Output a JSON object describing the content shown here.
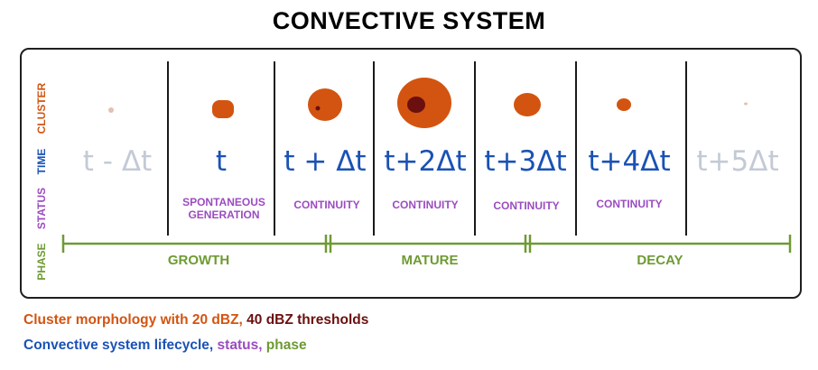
{
  "title": "CONVECTIVE SYSTEM",
  "row_labels": {
    "cluster": "CLUSTER",
    "time": "TIME",
    "status": "STATUS",
    "phase": "PHASE"
  },
  "time_steps": [
    {
      "label": "t - Δt",
      "color": "#c3cad6",
      "status": ""
    },
    {
      "label": "t",
      "color": "#1a52b5",
      "status_line1": "SPONTANEOUS",
      "status_line2": "GENERATION"
    },
    {
      "label": "t + Δt",
      "color": "#1a52b5",
      "status": "CONTINUITY"
    },
    {
      "label": "t+2Δt",
      "color": "#1a52b5",
      "status": "CONTINUITY"
    },
    {
      "label": "t+3Δt",
      "color": "#1a52b5",
      "status": "CONTINUITY"
    },
    {
      "label": "t+4Δt",
      "color": "#1a52b5",
      "status": "CONTINUITY"
    },
    {
      "label": "t+5Δt",
      "color": "#c3cad6",
      "status": ""
    }
  ],
  "phases": {
    "growth": "GROWTH",
    "mature": "MATURE",
    "decay": "DECAY"
  },
  "footer": {
    "line1_part1": "Cluster morphology with 20 dBZ,",
    "line1_part2": " 40 dBZ thresholds",
    "line2_part1": "Convective system lifecycle,",
    "line2_part2": " status,",
    "line2_part3": " phase"
  },
  "colors": {
    "cluster_20dbz": "#d35410",
    "cluster_40dbz": "#6b0f0f",
    "faded_cluster": "#e3c1ad",
    "time": "#1a52b5",
    "status": "#9b4cc0",
    "phase": "#6e9a34"
  }
}
